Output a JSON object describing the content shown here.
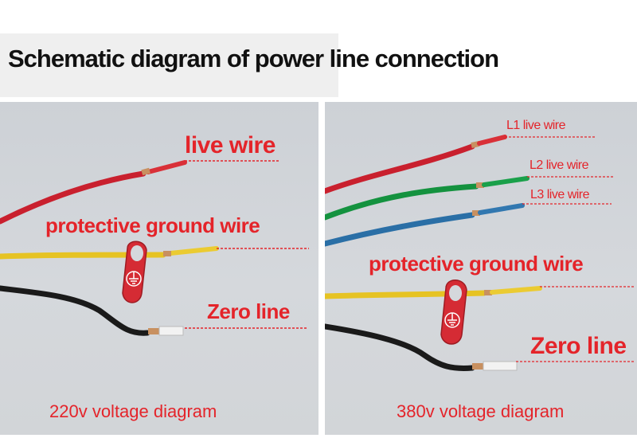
{
  "title": "Schematic diagram of power line connection",
  "colors": {
    "label_red": "#e4242a",
    "wire_red": "#c9202e",
    "wire_yellow": "#e6c323",
    "wire_black": "#1a1a1a",
    "wire_green": "#14923f",
    "wire_blue": "#2a6fa6"
  },
  "left_panel": {
    "live_wire": "live wire",
    "protective_ground_wire": "protective ground wire",
    "zero_line": "Zero line",
    "caption": "220v voltage diagram"
  },
  "right_panel": {
    "l1": "L1 live wire",
    "l2": "L2 live wire",
    "l3": "L3 live wire",
    "protective_ground_wire": "protective ground wire",
    "zero_line": "Zero line",
    "caption": "380v voltage diagram"
  }
}
